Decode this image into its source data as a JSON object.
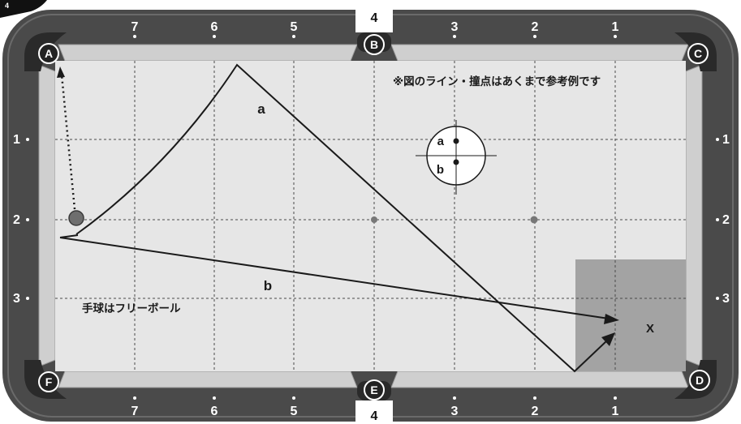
{
  "corner_tag": "4",
  "colors": {
    "rail": "#4a4a4a",
    "cushion": "#cfcfcf",
    "cloth": "#e6e6e6",
    "pocket": "#2a2a2a",
    "label_bg": "#222222",
    "zone": "#a3a3a3",
    "line": "#1a1a1a",
    "ball": "#6e6e6e"
  },
  "pockets": [
    "A",
    "B",
    "C",
    "D",
    "E",
    "F"
  ],
  "top_diamond_labels": [
    "7",
    "6",
    "5",
    "4",
    "3",
    "2",
    "1"
  ],
  "bottom_diamond_labels": [
    "7",
    "6",
    "5",
    "4",
    "3",
    "2",
    "1"
  ],
  "left_diamond_labels": [
    "1",
    "2",
    "3"
  ],
  "right_diamond_labels": [
    "1",
    "2",
    "3"
  ],
  "note": "※図のライン・撞点はあくまで参考例です",
  "line_a_label": "a",
  "line_b_label": "b",
  "target_label": "X",
  "cue_ball_text": "手球はフリーボール",
  "strike_a": "a",
  "strike_b": "b"
}
